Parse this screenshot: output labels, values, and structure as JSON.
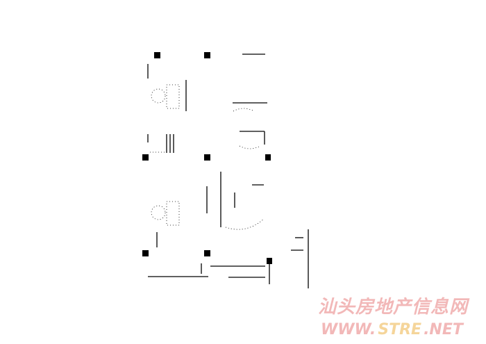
{
  "drawing": {
    "type": "floor-plan",
    "line_color": "#000000",
    "background": "#ffffff"
  },
  "watermark": {
    "chinese": "汕头房地产信息网",
    "url_prefix": "WWW.",
    "url_highlight": "STRE",
    "url_suffix": ".NET",
    "color_primary": "#f2b8b8",
    "color_highlight": "#f5d59a"
  }
}
